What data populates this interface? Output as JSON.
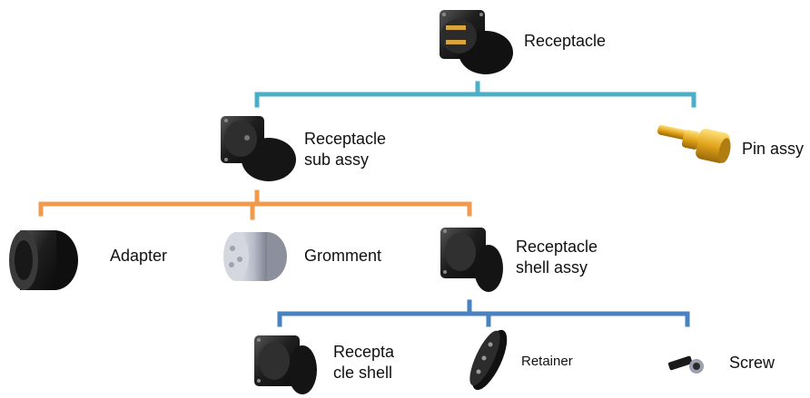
{
  "nodes": {
    "receptacle": {
      "label": "Receptacle"
    },
    "pin_assy": {
      "label": "Pin assy"
    },
    "receptacle_sub_assy": {
      "lines": [
        "Receptacle",
        "sub assy"
      ]
    },
    "adapter": {
      "label": "Adapter"
    },
    "gromment": {
      "label": "Gromment"
    },
    "receptacle_shell_assy": {
      "lines": [
        "Receptacle",
        "shell assy"
      ]
    },
    "receptacle_shell": {
      "lines": [
        "Recepta",
        "cle shell"
      ]
    },
    "retainer": {
      "label": "Retainer"
    },
    "screw": {
      "label": "Screw"
    }
  },
  "colors": {
    "level1_connector": "#4bafc8",
    "level2_connector": "#f19a4c",
    "level3_connector": "#4a82c0",
    "part_black": "#1c1c1c",
    "part_gold": "#e2a41c",
    "part_silver": "#b8bcc8"
  },
  "icons": {
    "receptacle": "receptacle-connector-icon",
    "pin_assy": "gold-pin-icon",
    "receptacle_sub_assy": "receptacle-sub-assembly-icon",
    "adapter": "adapter-ring-icon",
    "gromment": "grommet-icon",
    "receptacle_shell_assy": "receptacle-shell-assembly-icon",
    "receptacle_shell": "receptacle-shell-icon",
    "retainer": "retainer-disc-icon",
    "screw": "screw-icon"
  }
}
